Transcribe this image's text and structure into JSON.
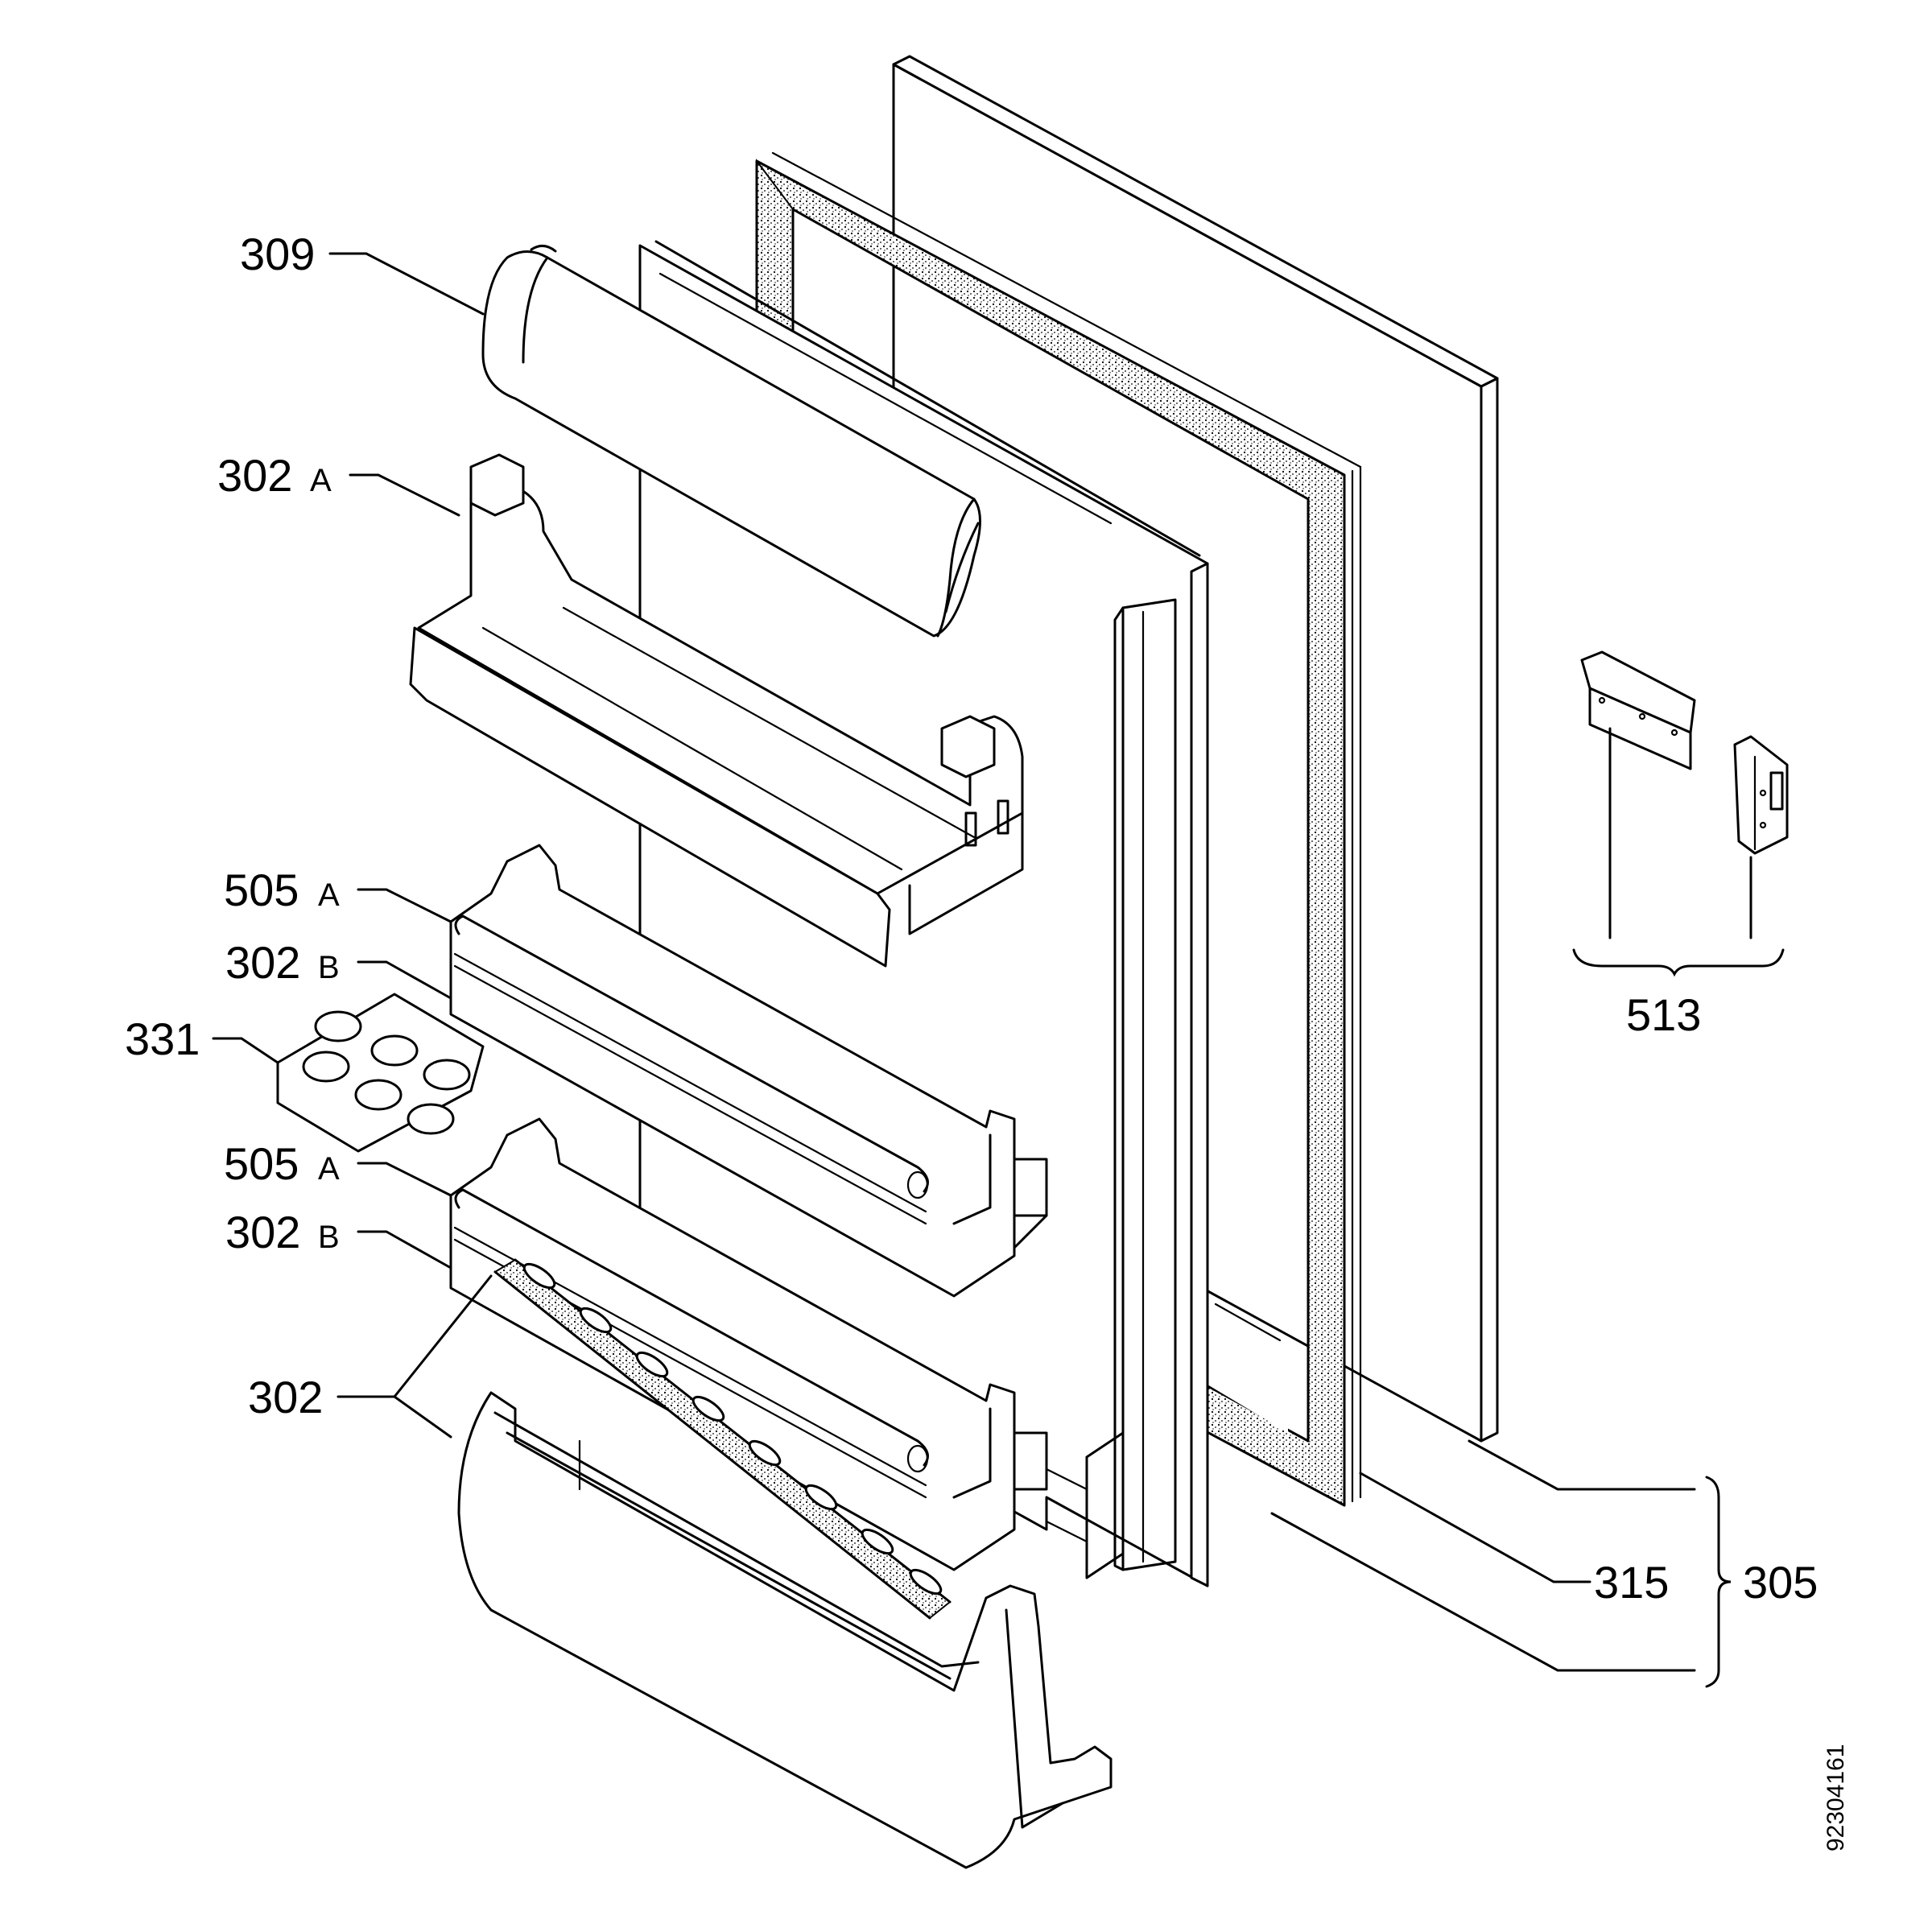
{
  "labels": {
    "l309": "309",
    "l302a_num": "302",
    "l302a_suf": "A",
    "l505a1_num": "505",
    "l505a1_suf": "A",
    "l302b1_num": "302",
    "l302b1_suf": "B",
    "l331": "331",
    "l505a2_num": "505",
    "l505a2_suf": "A",
    "l302b2_num": "302",
    "l302b2_suf": "B",
    "l302": "302",
    "l513": "513",
    "l315": "315",
    "l305": "305"
  },
  "drawing_code": "92304161",
  "colors": {
    "ink": "#000000",
    "paper": "#ffffff"
  }
}
